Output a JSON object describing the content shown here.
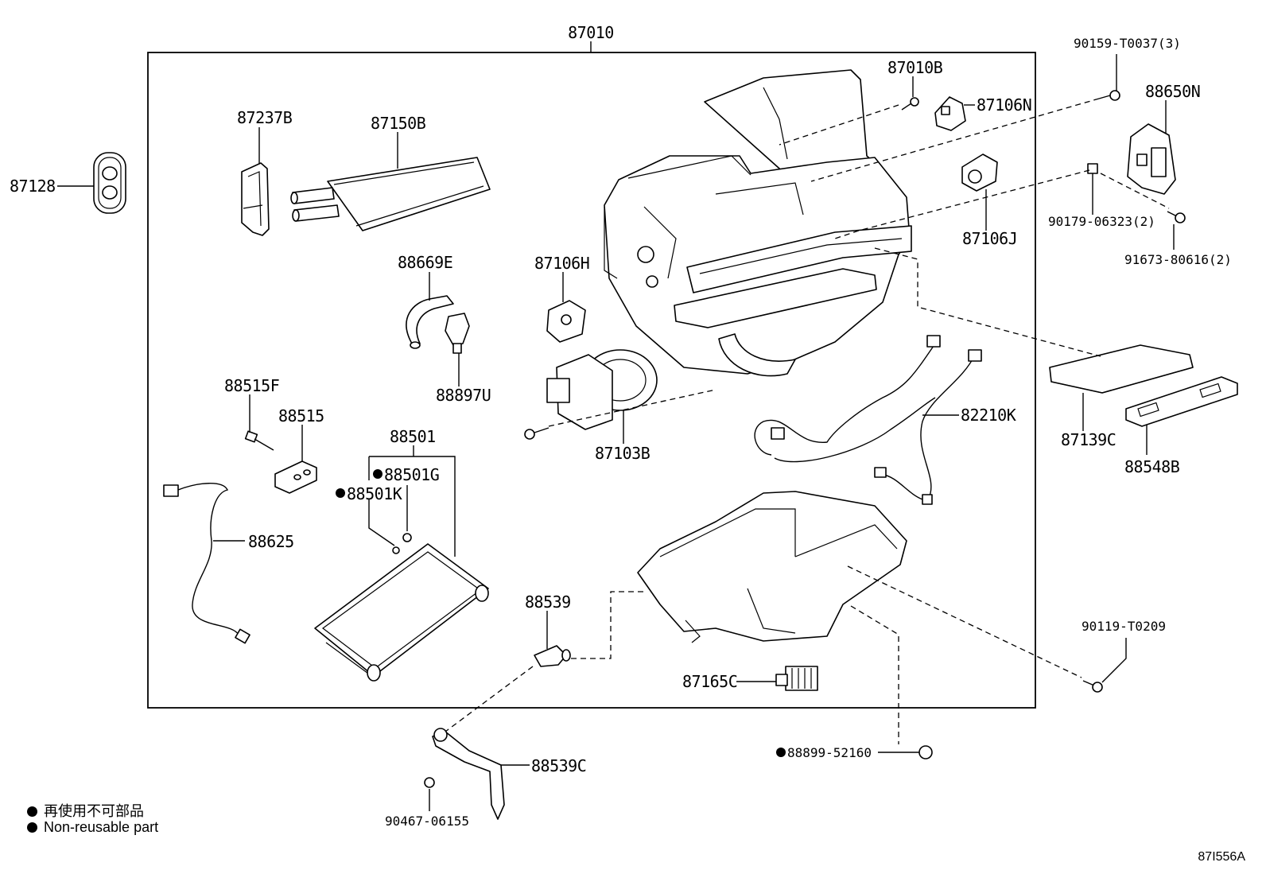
{
  "labels": {
    "p87010": "87010",
    "p87010B": "87010B",
    "p87106N": "87106N",
    "p87106J": "87106J",
    "p87106H": "87106H",
    "p87103B": "87103B",
    "p87128": "87128",
    "p87237B": "87237B",
    "p87150B": "87150B",
    "p88669E": "88669E",
    "p88897U": "88897U",
    "p88515F": "88515F",
    "p88515": "88515",
    "p88501": "88501",
    "p88501G": "88501G",
    "p88501K": "88501K",
    "p88625": "88625",
    "p88539": "88539",
    "p88539C": "88539C",
    "p87165C": "87165C",
    "p82210K": "82210K",
    "p90159": "90159-T0037(3)",
    "p88650N": "88650N",
    "p90179": "90179-06323(2)",
    "p91673": "91673-80616(2)",
    "p87139C": "87139C",
    "p88548B": "88548B",
    "p90119": "90119-T0209",
    "p88899": "88899-52160",
    "p90467": "90467-06155"
  },
  "legend": {
    "jp": "再使用不可部品",
    "en": "Non-reusable part"
  },
  "figure_code": "87I556A"
}
